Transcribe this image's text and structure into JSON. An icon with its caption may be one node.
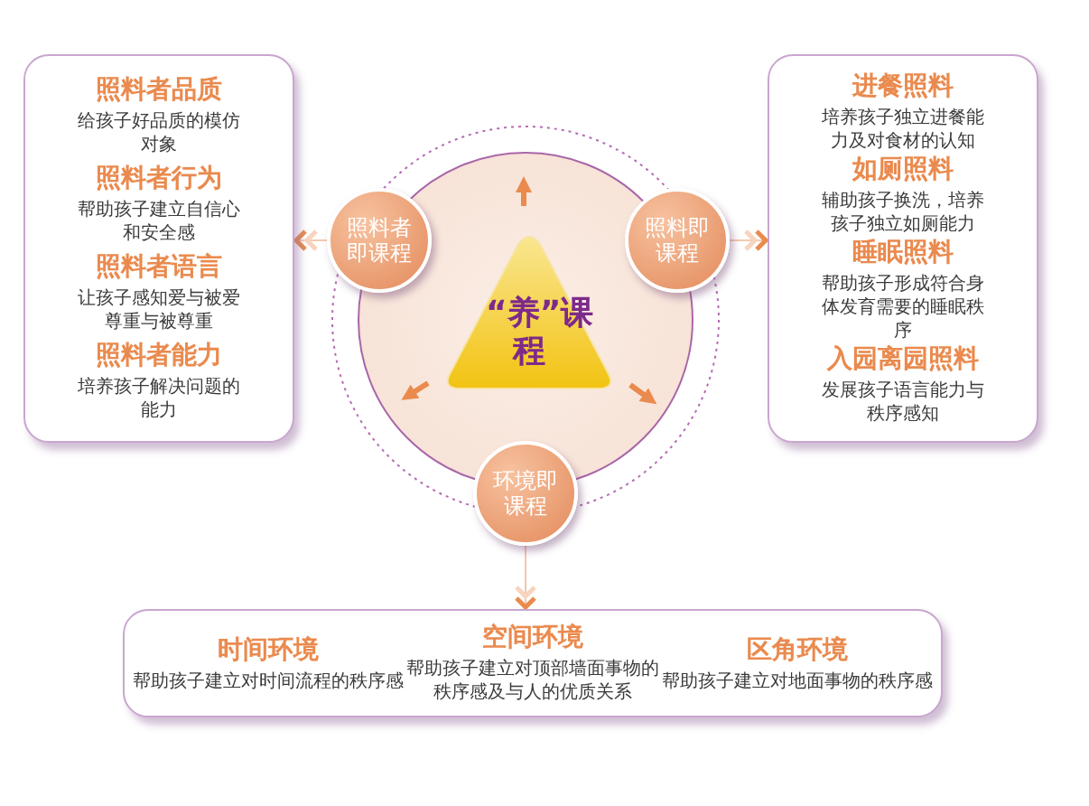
{
  "diagram": {
    "nodes": [
      {
        "text": [
          "照料者品质",
          "给孩子好品质的模仿对象",
          "照料者行为",
          "帮助孩子建立自信心和安全感",
          "照料者语言",
          "让孩子感知爱与被爱尊重与被尊重",
          "照料者能力",
          "培养孩子解决问题的能力"
        ]
      },
      {
        "text": [
          "进餐照料",
          "培养孩子独立进餐能力及对食材的认知",
          "如厕照料",
          "辅助孩子换洗，培养孩子独立如厕能力",
          "睡眠照料",
          "帮助孩子形成符合身体发育需要的睡眠秩序",
          "入园离园照料",
          "发展孩子语言能力与秩序感知"
        ]
      },
      {
        "text": [
          "时间环境",
          "帮助孩子建立对时间流程的秩序感",
          "空间环境",
          "帮助孩子建立对顶部墙面事物的秩序感及与人的优质关系",
          "区角环境",
          "帮助孩子建立对地面事物的秩序感"
        ]
      },
      {
        "text": [],
        "shape": "circle"
      },
      {
        "text": [
          "“养”课程"
        ],
        "in": 3
      },
      {
        "text": [
          "照料者即课程"
        ]
      },
      {
        "text": [
          "照料即课程"
        ]
      },
      {
        "text": [
          "环境即课程"
        ]
      }
    ],
    "edges": [
      {
        "from": 5,
        "to": 0,
        "arrow": "to"
      },
      {
        "from": 6,
        "to": 1,
        "arrow": "to"
      },
      {
        "from": 7,
        "to": 2,
        "arrow": "to"
      }
    ]
  }
}
